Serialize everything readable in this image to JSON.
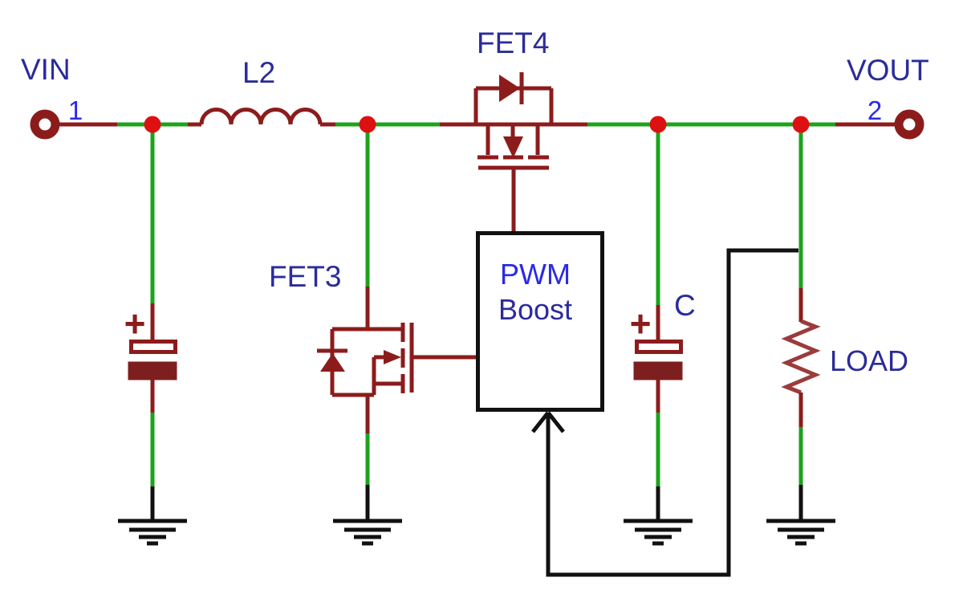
{
  "schematic": {
    "terminals": [
      {
        "label": "VIN",
        "pin": "1"
      },
      {
        "label": "VOUT",
        "pin": "2"
      }
    ],
    "components": [
      {
        "designator": "L2"
      },
      {
        "designator": "FET4"
      },
      {
        "designator": "FET3"
      },
      {
        "designator": "C"
      },
      {
        "designator": "LOAD"
      }
    ],
    "controller": {
      "line1": "PWM",
      "line2": "Boost"
    },
    "capacitor_polarity_mark": "+"
  },
  "colors": {
    "wire_green": "#1CA31C",
    "component_maroon": "#8C1C1C",
    "capacitor_plate_fill": "#7E1F1F",
    "junction_red": "#DD1111",
    "wire_black": "#111111",
    "label_navy": "#2B2B9B",
    "label_blue": "#2A2AE8",
    "resistor_maroon": "#9B3B3B"
  }
}
